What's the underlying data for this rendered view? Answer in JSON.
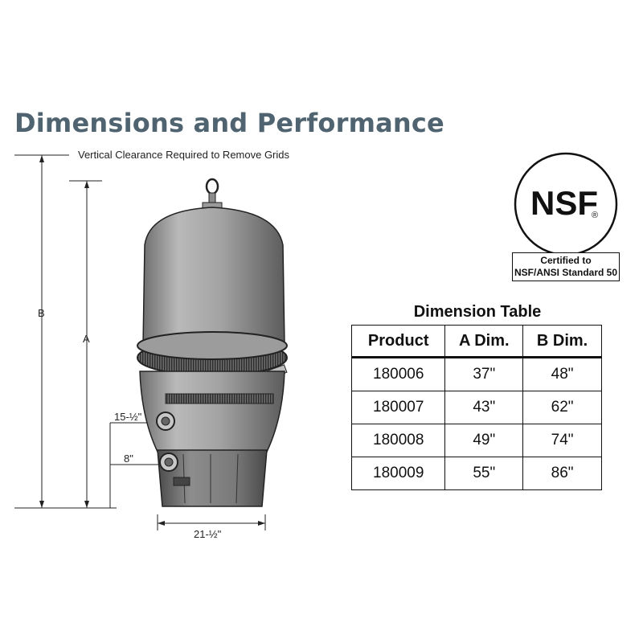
{
  "title": "Dimensions and Performance",
  "clearance_note": "Vertical Clearance Required to Remove Grids",
  "dimension_labels": {
    "b": "B",
    "a": "A",
    "inlet_height": "15-½\"",
    "outlet_height": "8\"",
    "width": "21-½\""
  },
  "nsf": {
    "logo_text": "NSF",
    "registered_mark": "®",
    "cert_line1": "Certified to",
    "cert_line2": "NSF/ANSI Standard 50"
  },
  "table": {
    "title": "Dimension Table",
    "headers": [
      "Product",
      "A Dim.",
      "B Dim."
    ],
    "rows": [
      [
        "180006",
        "37\"",
        "48\""
      ],
      [
        "180007",
        "43\"",
        "62\""
      ],
      [
        "180008",
        "49\"",
        "74\""
      ],
      [
        "180009",
        "55\"",
        "86\""
      ]
    ]
  },
  "colors": {
    "title": "#4f6470",
    "filter_body": "#8a8a8a",
    "filter_light": "#c4c4c4",
    "line": "#222222"
  }
}
